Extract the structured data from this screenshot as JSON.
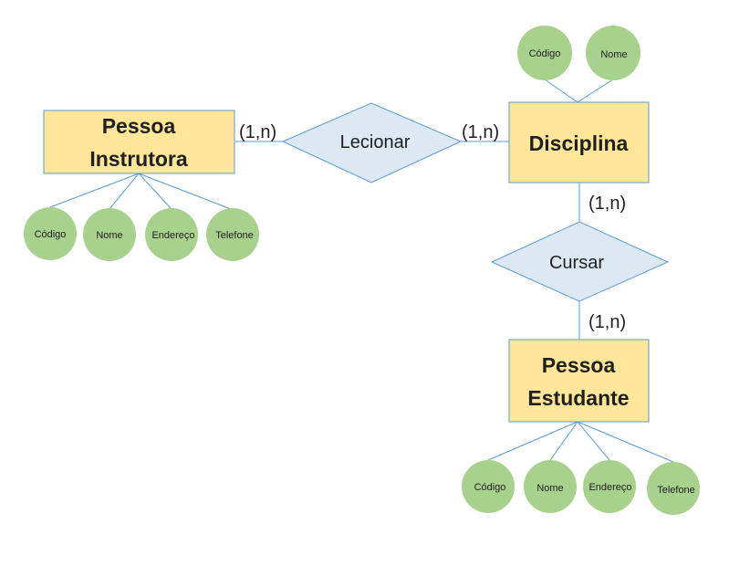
{
  "entities": {
    "instrutora": {
      "line1": "Pessoa",
      "line2": "Instrutora"
    },
    "disciplina": {
      "line1": "Disciplina"
    },
    "estudante": {
      "line1": "Pessoa",
      "line2": "Estudante"
    }
  },
  "relationships": {
    "lecionar": "Lecionar",
    "cursar": "Cursar"
  },
  "cardinalities": {
    "instrutora_lecionar": "(1,n)",
    "lecionar_disciplina": "(1,n)",
    "disciplina_cursar": "(1,n)",
    "cursar_estudante": "(1,n)"
  },
  "attributes": {
    "instrutora": [
      "Código",
      "Nome",
      "Endereço",
      "Telefone"
    ],
    "disciplina": [
      "Código",
      "Nome"
    ],
    "estudante": [
      "Código",
      "Nome",
      "Endereço",
      "Telefone"
    ]
  },
  "colors": {
    "entity_fill": "#ffe699",
    "relationship_fill": "#dde8f5",
    "attribute_fill": "#a9d18e",
    "line": "#5b9bd5"
  }
}
